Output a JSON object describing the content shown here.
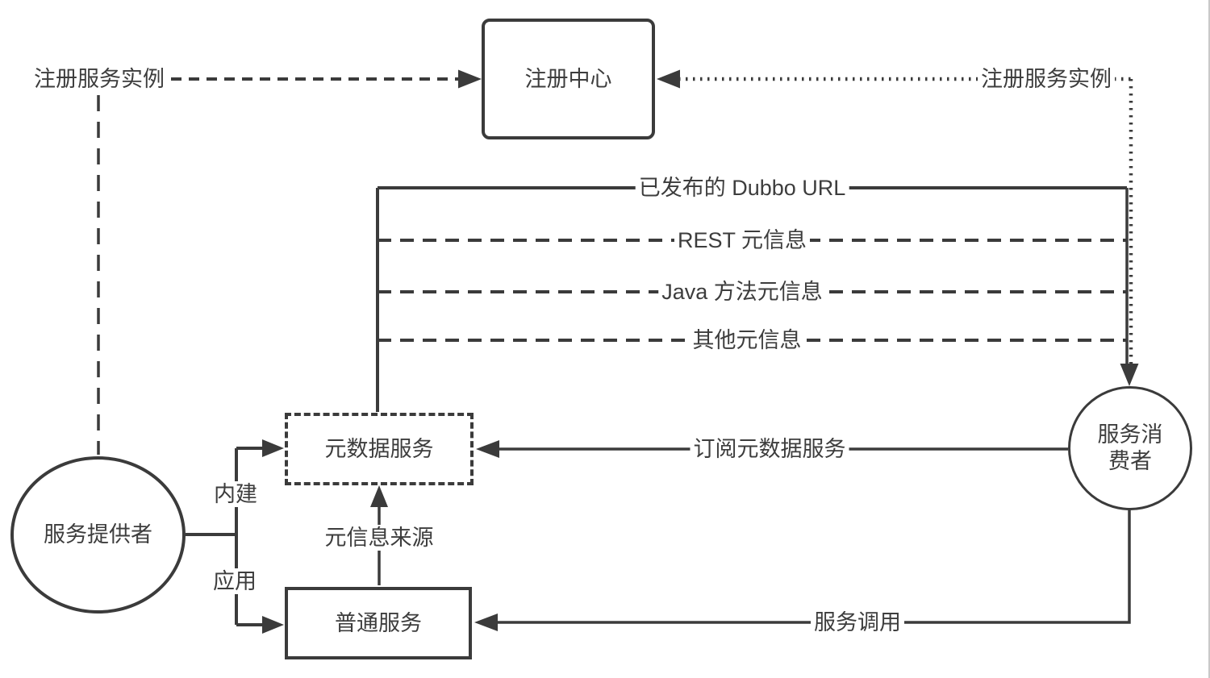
{
  "colors": {
    "line": "#3b3b3b",
    "text": "#3d3d3d",
    "background": "#ffffff"
  },
  "nodes": {
    "registry": {
      "label": "注册中心",
      "shape": "rounded-rect",
      "border": "solid"
    },
    "metadata_service": {
      "label": "元数据服务",
      "shape": "rect",
      "border": "dashed"
    },
    "normal_service": {
      "label": "普通服务",
      "shape": "rect",
      "border": "solid"
    },
    "service_provider": {
      "label": "服务提供者",
      "shape": "ellipse",
      "border": "solid"
    },
    "service_consumer": {
      "label": "服务消费者",
      "shape": "circle",
      "border": "solid"
    }
  },
  "edges": {
    "provider_register": {
      "label": "注册服务实例",
      "style": "dashed",
      "from": "service_provider",
      "to": "registry"
    },
    "consumer_register": {
      "label": "注册服务实例",
      "style": "dotted",
      "from": "service_consumer",
      "to": "registry"
    },
    "dubbo_url": {
      "label": "已发布的 Dubbo URL",
      "style": "solid",
      "from": "metadata_service",
      "to": "service_consumer"
    },
    "rest_meta": {
      "label": "REST 元信息",
      "style": "dashed",
      "from": "metadata_service",
      "to": "service_consumer"
    },
    "java_meta": {
      "label": "Java 方法元信息",
      "style": "dashed",
      "from": "metadata_service",
      "to": "service_consumer"
    },
    "other_meta": {
      "label": "其他元信息",
      "style": "dashed",
      "from": "metadata_service",
      "to": "service_consumer"
    },
    "builtin": {
      "label": "内建",
      "style": "solid",
      "from": "service_provider",
      "to": "metadata_service"
    },
    "application": {
      "label": "应用",
      "style": "solid",
      "from": "service_provider",
      "to": "normal_service"
    },
    "meta_source": {
      "label": "元信息来源",
      "style": "solid",
      "from": "normal_service",
      "to": "metadata_service"
    },
    "subscribe_metadata": {
      "label": "订阅元数据服务",
      "style": "solid",
      "from": "service_consumer",
      "to": "metadata_service"
    },
    "service_invoke": {
      "label": "服务调用",
      "style": "solid",
      "from": "service_consumer",
      "to": "normal_service"
    }
  }
}
